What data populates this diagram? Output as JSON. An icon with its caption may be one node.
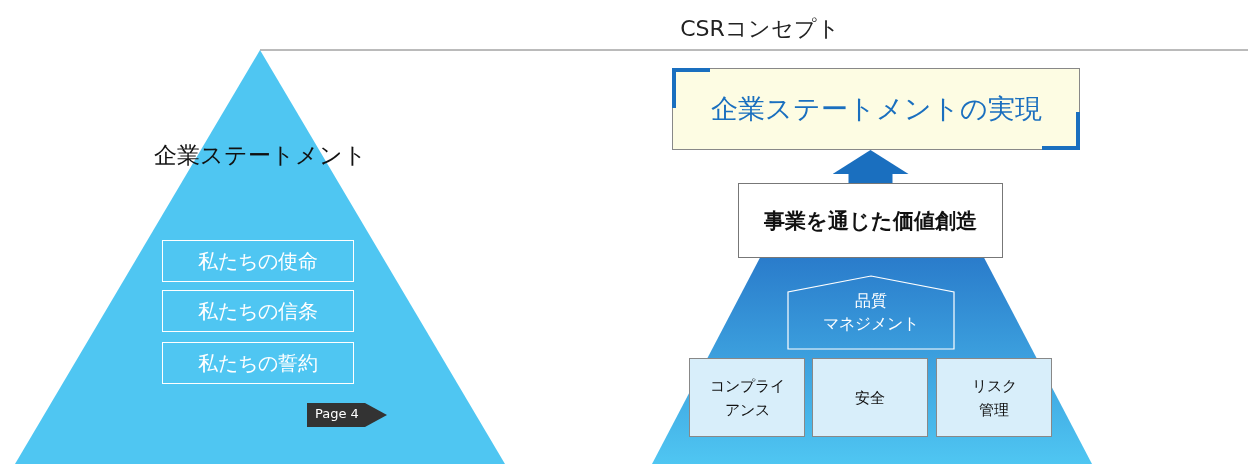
{
  "diagram": {
    "title": "CSRコンセプト",
    "nodes": [
      {
        "text": [
          "企業ステートメント"
        ]
      },
      {
        "text": [
          "私たちの使命"
        ],
        "in": 0
      },
      {
        "text": [
          "私たちの信条"
        ],
        "in": 0
      },
      {
        "text": [
          "私たちの誓約"
        ],
        "in": 0
      },
      {
        "text": [
          "Page 4"
        ],
        "in": 0
      },
      {
        "text": [
          "企業ステートメントの実現"
        ]
      },
      {
        "text": [
          "事業を通じた価値創造"
        ]
      },
      {
        "text": [],
        "shape": "trapezoid"
      },
      {
        "text": [
          "品質",
          "マネジメント"
        ],
        "in": 7
      },
      {
        "text": [
          "コンプライアンス"
        ],
        "in": 7
      },
      {
        "text": [
          "安全"
        ],
        "in": 7
      },
      {
        "text": [
          "リスク管理"
        ],
        "in": 7
      }
    ],
    "edges": [
      {
        "from": 6,
        "to": 5,
        "arrow": "to"
      }
    ]
  }
}
